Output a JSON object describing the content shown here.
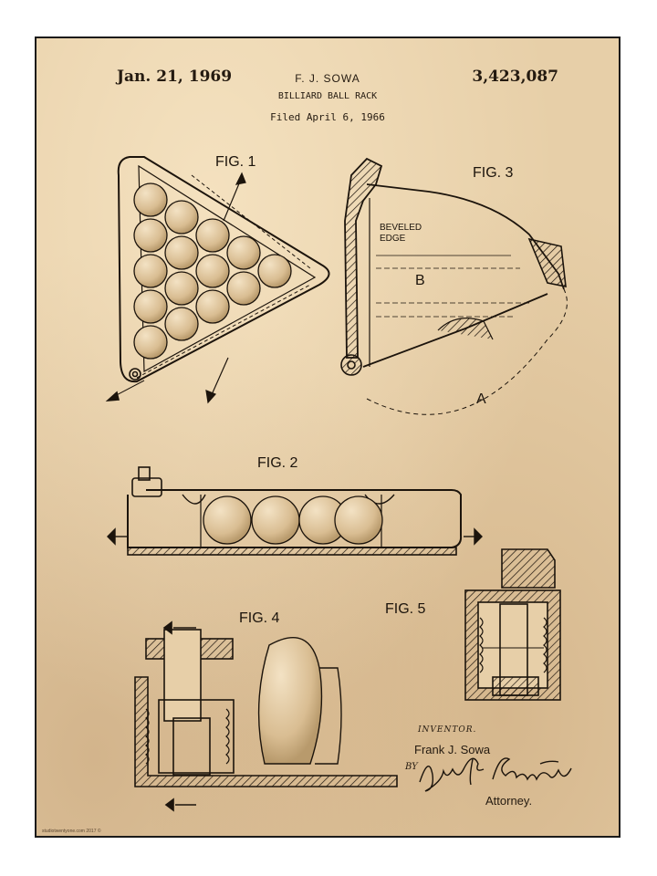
{
  "header": {
    "date": "Jan. 21, 1969",
    "inventor_header": "F. J. SOWA",
    "patent_number": "3,423,087",
    "title": "BILLIARD BALL RACK",
    "filed": "Filed April 6, 1966"
  },
  "figures": {
    "fig1": "FIG. 1",
    "fig2": "FIG. 2",
    "fig3": "FIG. 3",
    "fig4": "FIG. 4",
    "fig5": "FIG. 5"
  },
  "fig3_text": {
    "beveled": "BEVELED",
    "edge": "EDGE",
    "region_a": "A",
    "region_b": "B"
  },
  "signature": {
    "inventor_caption": "INVENTOR.",
    "inventor_name": "Frank J. Sowa",
    "by": "BY",
    "attorney_signature": "John J. Kowalik",
    "attorney_caption": "Attorney."
  },
  "credit": "studiotwentyone.com 2017 ©",
  "colors": {
    "paper": "#e7cfa8",
    "ink": "#1c140c",
    "frame": "#1a1a1a"
  }
}
